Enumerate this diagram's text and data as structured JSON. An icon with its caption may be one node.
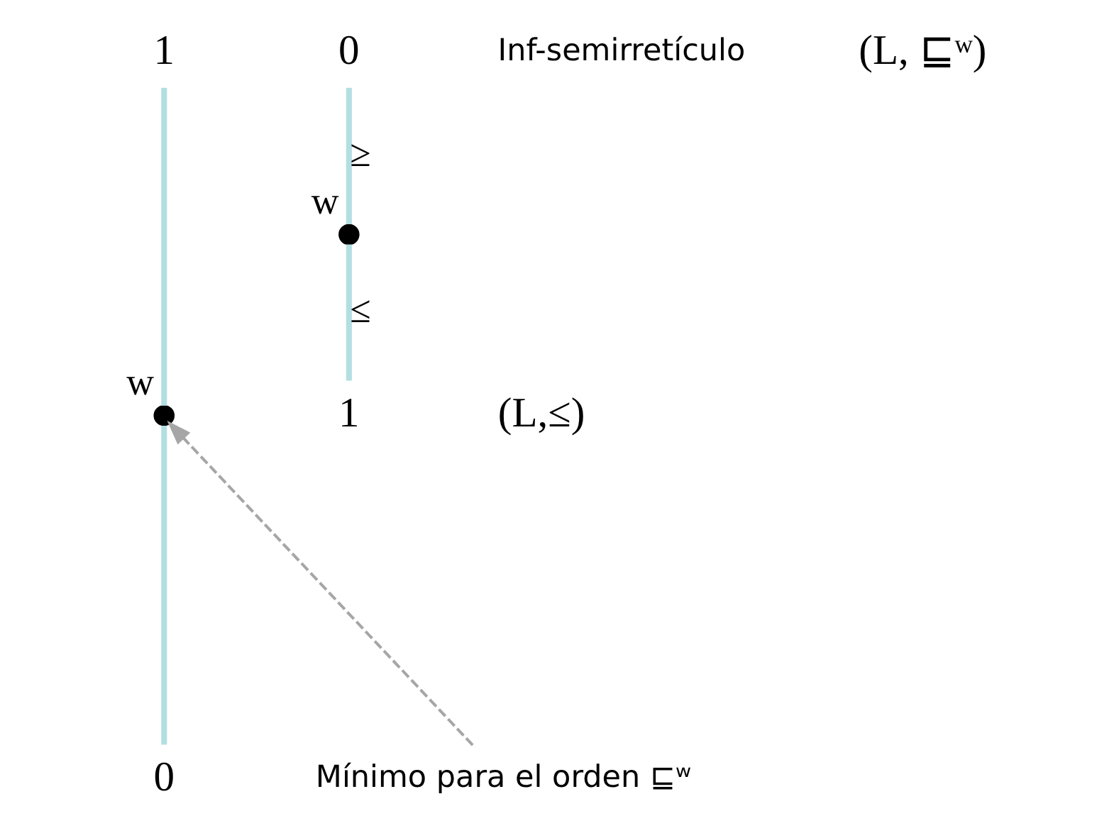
{
  "diagram": {
    "nodes": [
      {
        "text": [
          "1"
        ]
      },
      {
        "text": [],
        "shape": "circle",
        "beside": [
          "w"
        ]
      },
      {
        "text": [
          "0"
        ]
      },
      {
        "text": [
          "0"
        ]
      },
      {
        "text": [],
        "shape": "circle",
        "beside": [
          "w"
        ]
      },
      {
        "text": [
          "1"
        ]
      },
      {
        "text": [
          "Mínimo para el orden ⊑ʷ"
        ]
      }
    ],
    "edges": [
      {
        "from": 0,
        "to": 1,
        "arrow": "none"
      },
      {
        "from": 1,
        "to": 2,
        "arrow": "none"
      },
      {
        "from": 3,
        "to": 4,
        "arrow": "none",
        "label": "≥"
      },
      {
        "from": 4,
        "to": 5,
        "arrow": "none",
        "label": "≤"
      },
      {
        "from": 6,
        "to": 1,
        "arrow": "to",
        "style": "dashed",
        "color": "#a6a6a6"
      }
    ],
    "labels": [
      "(L,≤)",
      "Inf-semirretículo",
      "(L, ⊑ʷ)"
    ]
  }
}
